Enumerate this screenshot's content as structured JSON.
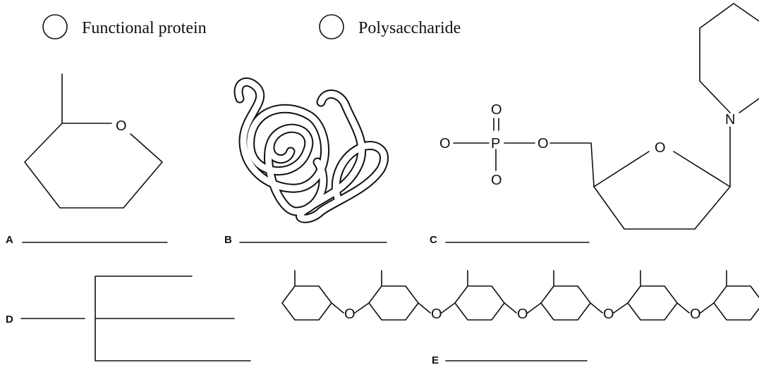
{
  "legend": {
    "items": [
      {
        "label": "Functional protein"
      },
      {
        "label": "Polysaccharide"
      }
    ]
  },
  "structures": {
    "a": {
      "letter": "A",
      "ring_atom": "O"
    },
    "b": {
      "letter": "B"
    },
    "c": {
      "letter": "C",
      "oxygens": [
        "O",
        "O",
        "O",
        "O"
      ],
      "phosphorus": "P",
      "ring_oxygen": "O",
      "nitrogen": "N"
    },
    "d": {
      "letter": "D"
    },
    "e": {
      "letter": "E",
      "linkages": [
        "O",
        "O",
        "O",
        "O",
        "O"
      ]
    }
  },
  "colors": {
    "ink": "#111111",
    "background": "#ffffff"
  }
}
